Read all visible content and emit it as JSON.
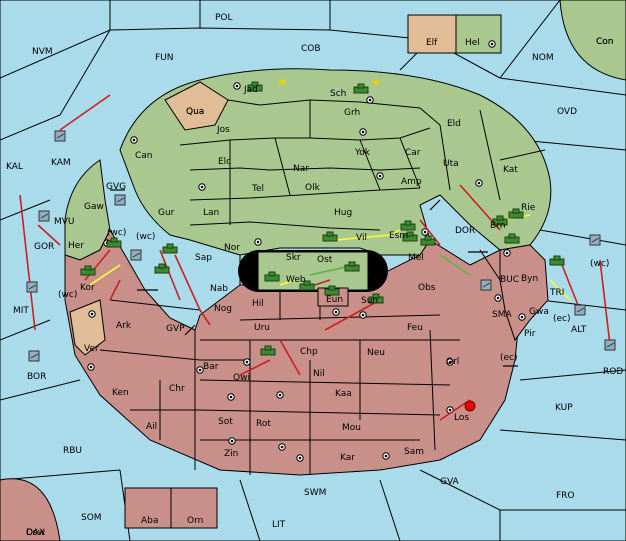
{
  "colors": {
    "sea": "#a9dbea",
    "north_land": "#a8c890",
    "south_land": "#c9908a",
    "neutral_land": "#e0bd96",
    "order_arrow": "#cc1f1f",
    "support_line": "#f5f542",
    "convoy_line": "#6ab04c"
  },
  "sea_labels": [
    "POL",
    "NVM",
    "FUN",
    "COB",
    "NOM",
    "Con",
    "OVD",
    "KAL",
    "KAM",
    "GVG",
    "GOR",
    "MVU",
    "(wc)",
    "MIT",
    "BOR",
    "DOR",
    "SMA",
    "BUC",
    "(wc)",
    "TRI",
    "(ec)",
    "ROD",
    "ALT",
    "KUP",
    "GVP",
    "RBU",
    "GVA",
    "FRO",
    "SOM",
    "SWM",
    "LIT",
    "DAX",
    "Cow"
  ],
  "north_labels": [
    "Jad",
    "Sch",
    "Qua",
    "Jos",
    "Grh",
    "Eld",
    "Can",
    "Yok",
    "Car",
    "Elc",
    "Nar",
    "Uta",
    "Kat",
    "Tel",
    "Olk",
    "Amp",
    "Gur",
    "Lan",
    "Hug",
    "Gaw",
    "Rie",
    "Brn",
    "Vil",
    "Esm",
    "Her",
    "Nor",
    "Skr",
    "Sap",
    "Ost",
    "Mel",
    "Web",
    "(wc)"
  ],
  "south_labels": [
    "Kor",
    "Nab",
    "Eun",
    "Sun",
    "Obs",
    "(wc)",
    "Byn",
    "(ec)",
    "Hil",
    "Nog",
    "Ark",
    "Uru",
    "Feu",
    "Gwa",
    "Pir",
    "Chp",
    "Neu",
    "Orl",
    "Bar",
    "Qwi",
    "Nil",
    "Ken",
    "Chr",
    "Kaa",
    "Ail",
    "Sot",
    "Rot",
    "Mou",
    "Los",
    "Zin",
    "Kar",
    "Sam"
  ],
  "neutral_labels": [
    "Qua",
    "Ver"
  ],
  "legend": {
    "north_label": "Hel",
    "neutral_label": "Elf"
  },
  "corner_labels": [
    "Con",
    "Cow"
  ],
  "south_box_labels": [
    "Aba",
    "Orn"
  ]
}
